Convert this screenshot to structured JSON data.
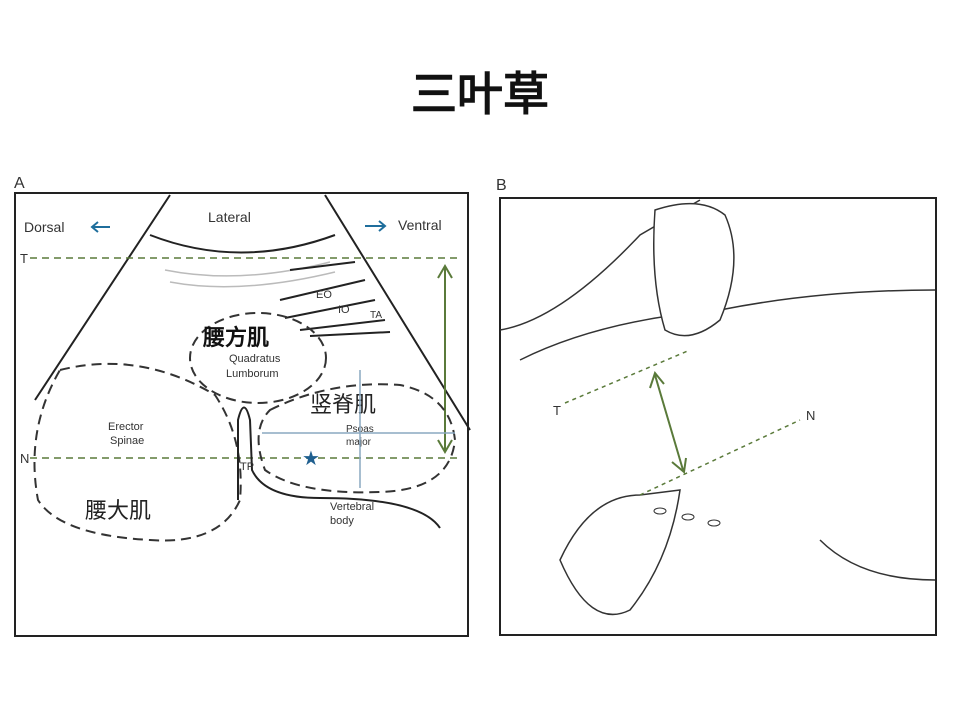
{
  "title": "三叶草",
  "panel_a": {
    "label": "A",
    "dorsal": "Dorsal",
    "ventral": "Ventral",
    "lateral": "Lateral",
    "t_marker": "T",
    "n_marker": "N",
    "eo": "EO",
    "io": "IO",
    "ta": "TA",
    "ql_cn": "腰方肌",
    "ql_en1": "Quadratus",
    "ql_en2": "Lumborum",
    "es_en1": "Erector",
    "es_en2": "Spinae",
    "pm_cn": "竖脊肌",
    "pm_en1": "Psoas",
    "pm_en2": "major",
    "es_cn": "腰大肌",
    "tp": "TP",
    "vb1": "Vertebral",
    "vb2": "body",
    "colors": {
      "arrow": "#1f6e9c",
      "line": "#5a7a3a",
      "star": "#1f5f8f"
    }
  },
  "panel_b": {
    "label": "B",
    "t_marker": "T",
    "n_marker": "N"
  }
}
